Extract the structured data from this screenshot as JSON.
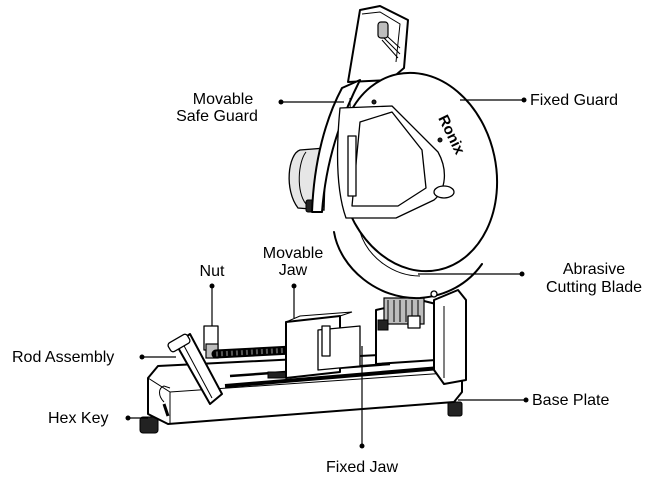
{
  "diagram": {
    "brand": "Ronix",
    "labels": {
      "movable_safe_guard": [
        "Movable",
        "Safe Guard"
      ],
      "fixed_guard": "Fixed Guard",
      "movable_jaw": [
        "Movable",
        "Jaw"
      ],
      "nut": "Nut",
      "abrasive_cutting_blade": [
        "Abrasive",
        "Cutting Blade"
      ],
      "rod_assembly": "Rod Assembly",
      "base_plate": "Base Plate",
      "hex_key": "Hex Key",
      "fixed_jaw": "Fixed Jaw"
    }
  }
}
